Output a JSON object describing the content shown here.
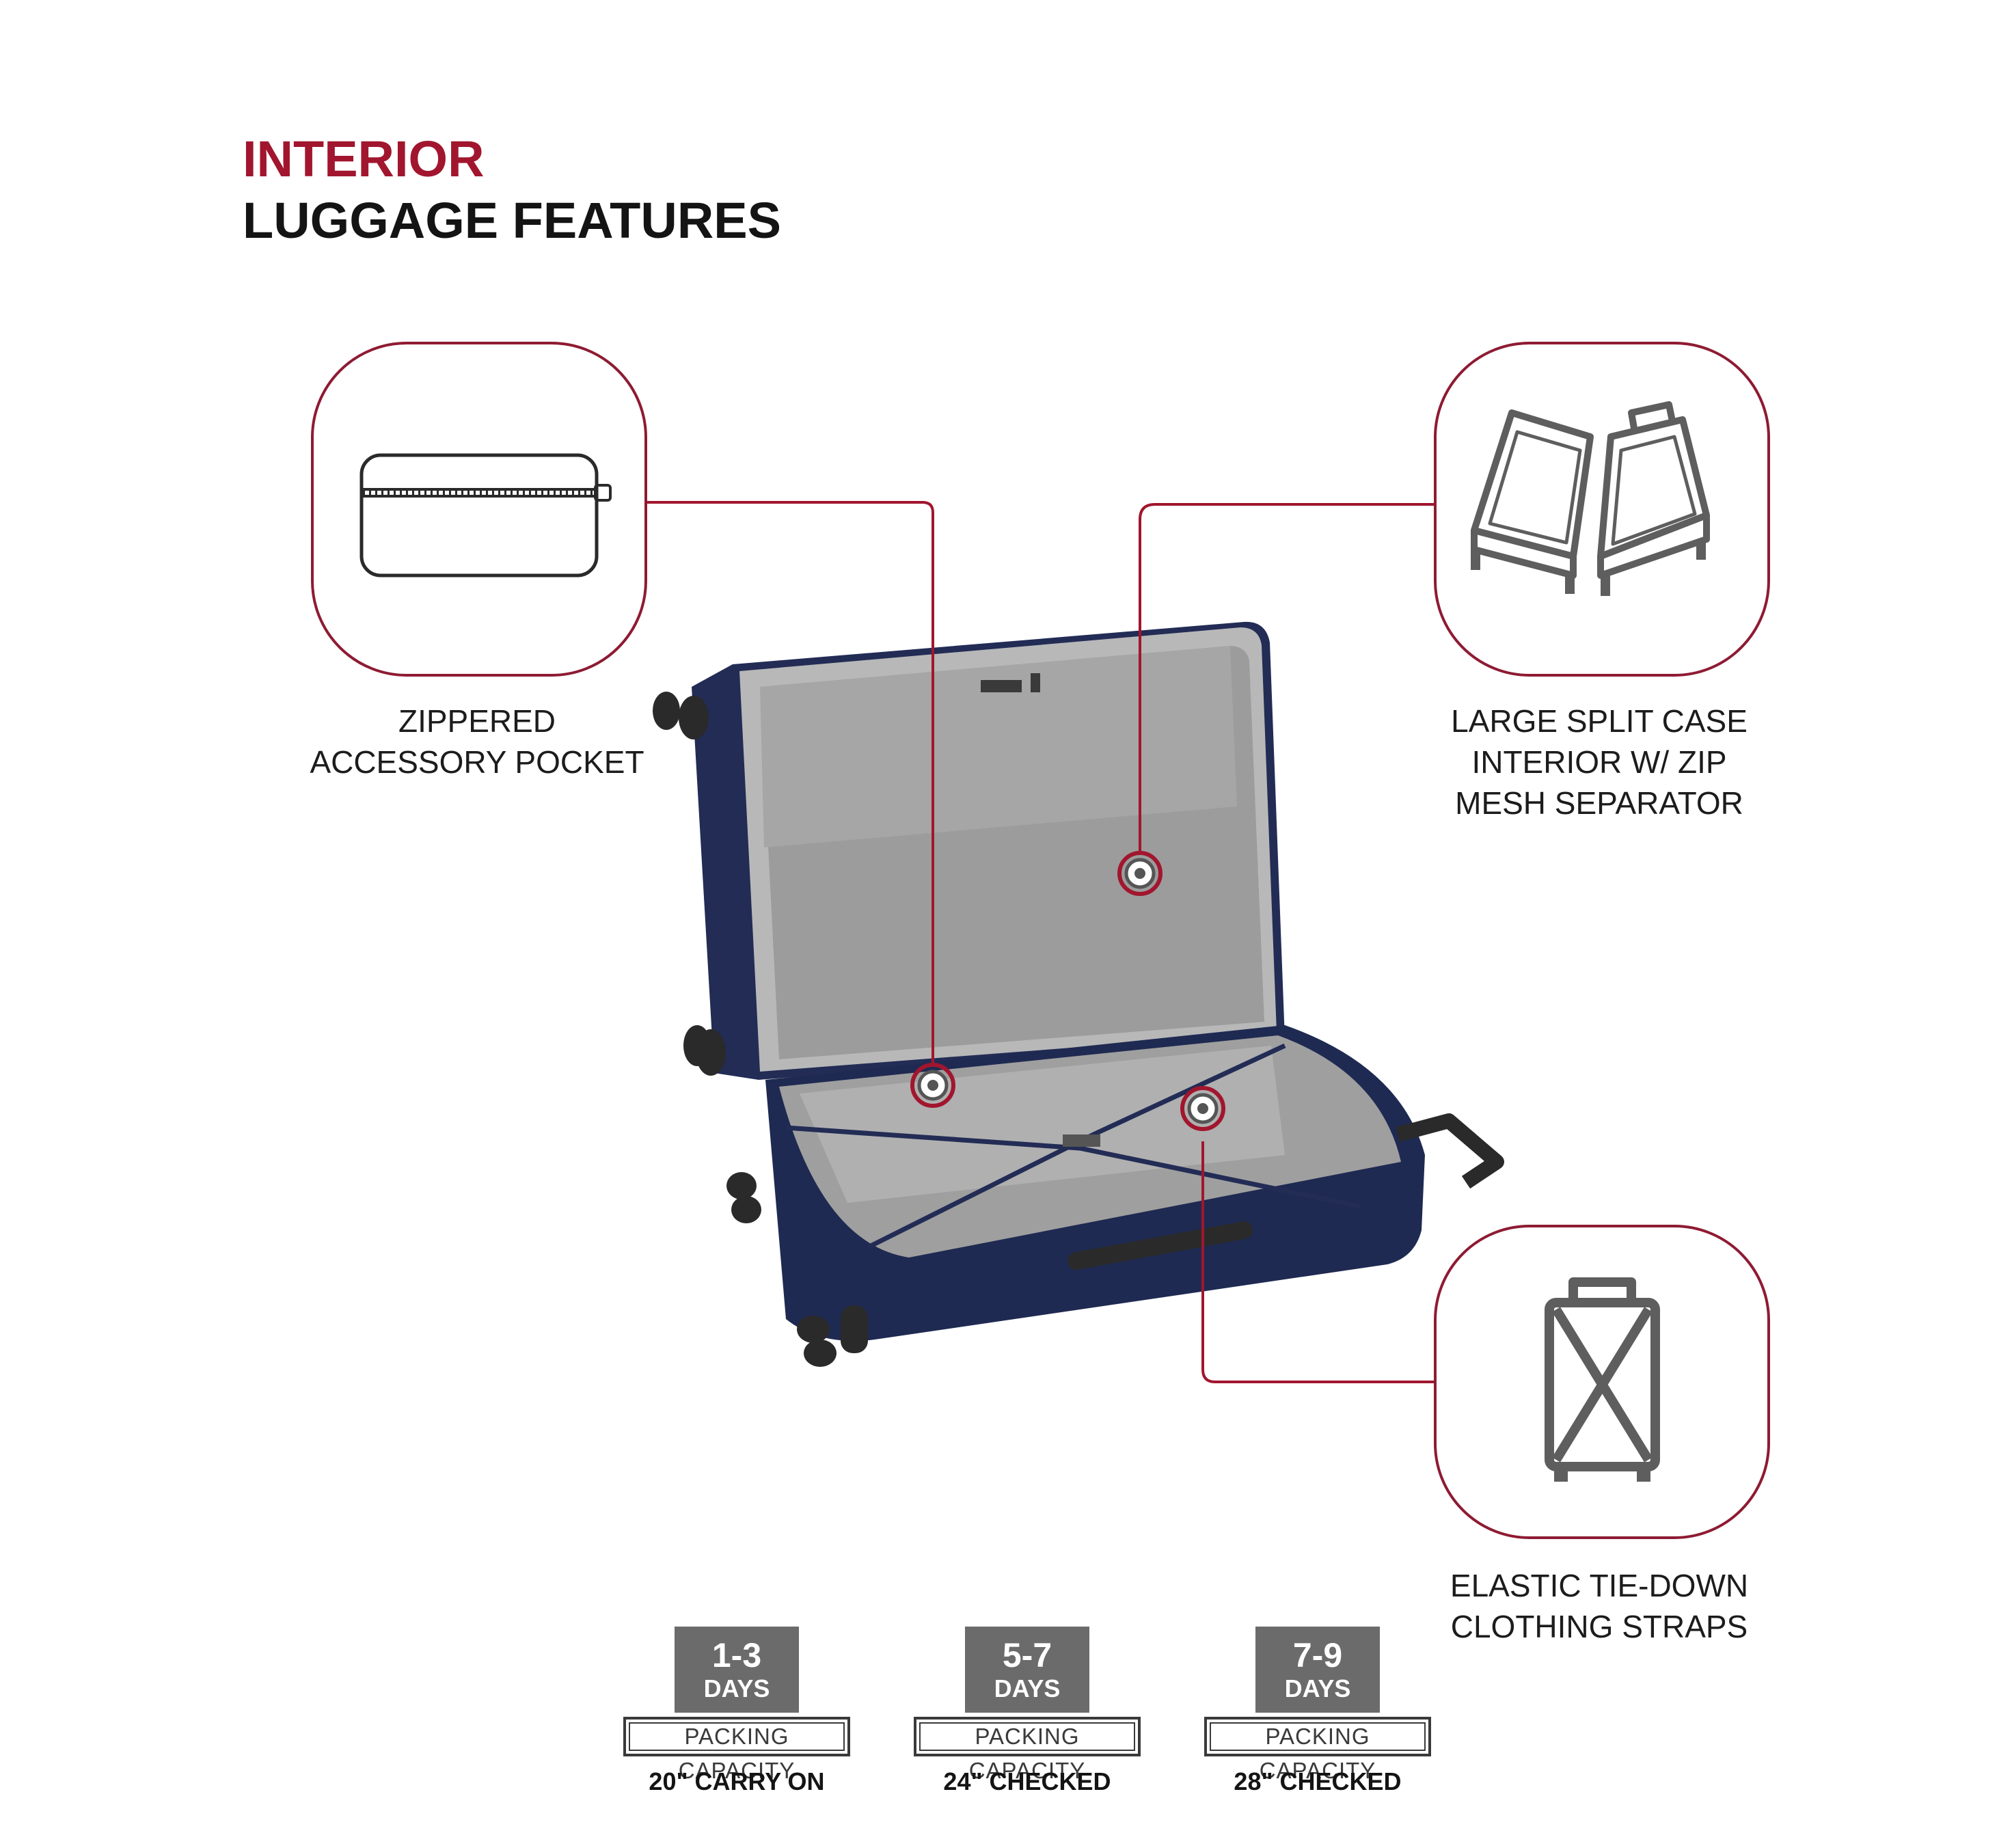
{
  "heading": {
    "line1": "INTERIOR",
    "line2": "LUGGAGE FEATURES"
  },
  "colors": {
    "accent": "#a1162e",
    "frame": "#8e1b33",
    "icon_gray": "#5e5e5e",
    "suitcase_navy": "#1f2a52",
    "lining_gray": "#9a9a9a"
  },
  "features": [
    {
      "icon": "zipper-pocket-icon",
      "lines": [
        "ZIPPERED",
        "ACCESSORY POCKET"
      ]
    },
    {
      "icon": "split-case-icon",
      "lines": [
        "LARGE SPLIT CASE",
        "INTERIOR W/ ZIP",
        "MESH SEPARATOR"
      ]
    },
    {
      "icon": "tie-down-straps-icon",
      "lines": [
        "ELASTIC TIE-DOWN",
        "CLOTHING STRAPS"
      ]
    }
  ],
  "capacity": [
    {
      "days": "1-3",
      "unit": "DAYS",
      "label": "PACKING CAPACITY",
      "size": "20\" CARRY ON"
    },
    {
      "days": "5-7",
      "unit": "DAYS",
      "label": "PACKING CAPACITY",
      "size": "24\" CHECKED"
    },
    {
      "days": "7-9",
      "unit": "DAYS",
      "label": "PACKING CAPACITY",
      "size": "28\" CHECKED"
    }
  ]
}
